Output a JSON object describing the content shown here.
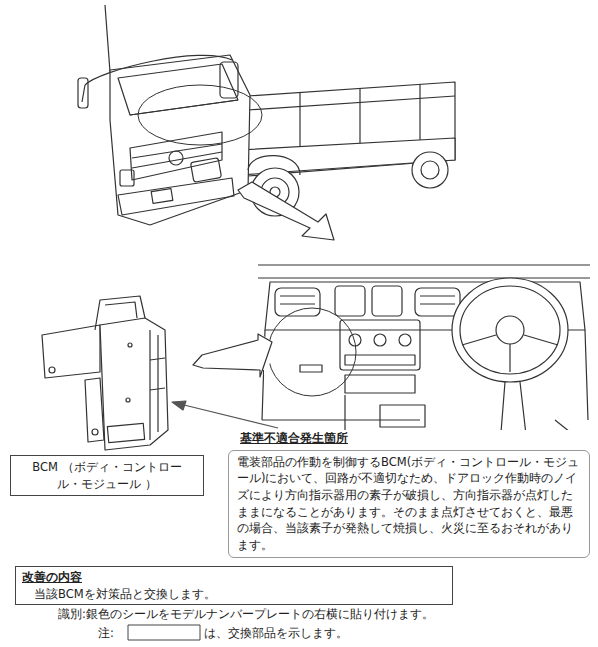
{
  "diagram": {
    "nodes": [
      {
        "text": [
          "BCM （ボディ・コントロール・モジュール ）"
        ]
      },
      {
        "text": [
          "基準不適合発生箇所",
          "電装部品の作動を制御するBCM(ボディ・コントロール・モジュール)において、回路が不適切なため、ドアロック作動時のノイズにより方向指示器用の素子が破損し、方向指示器が点灯したままになることがあります。そのまま点灯させておくと、最悪の場合、当該素子が発熱して焼損し、火災に至るおそれがあります。"
        ]
      },
      {
        "text": [
          "改善の内容",
          "当該BCMを対策品と交換します。"
        ]
      }
    ],
    "labels": [
      "識別:銀色のシールをモデルナンバープレートの右横に貼り付けます。",
      "注:",
      "は、交換部品を示します。"
    ]
  }
}
